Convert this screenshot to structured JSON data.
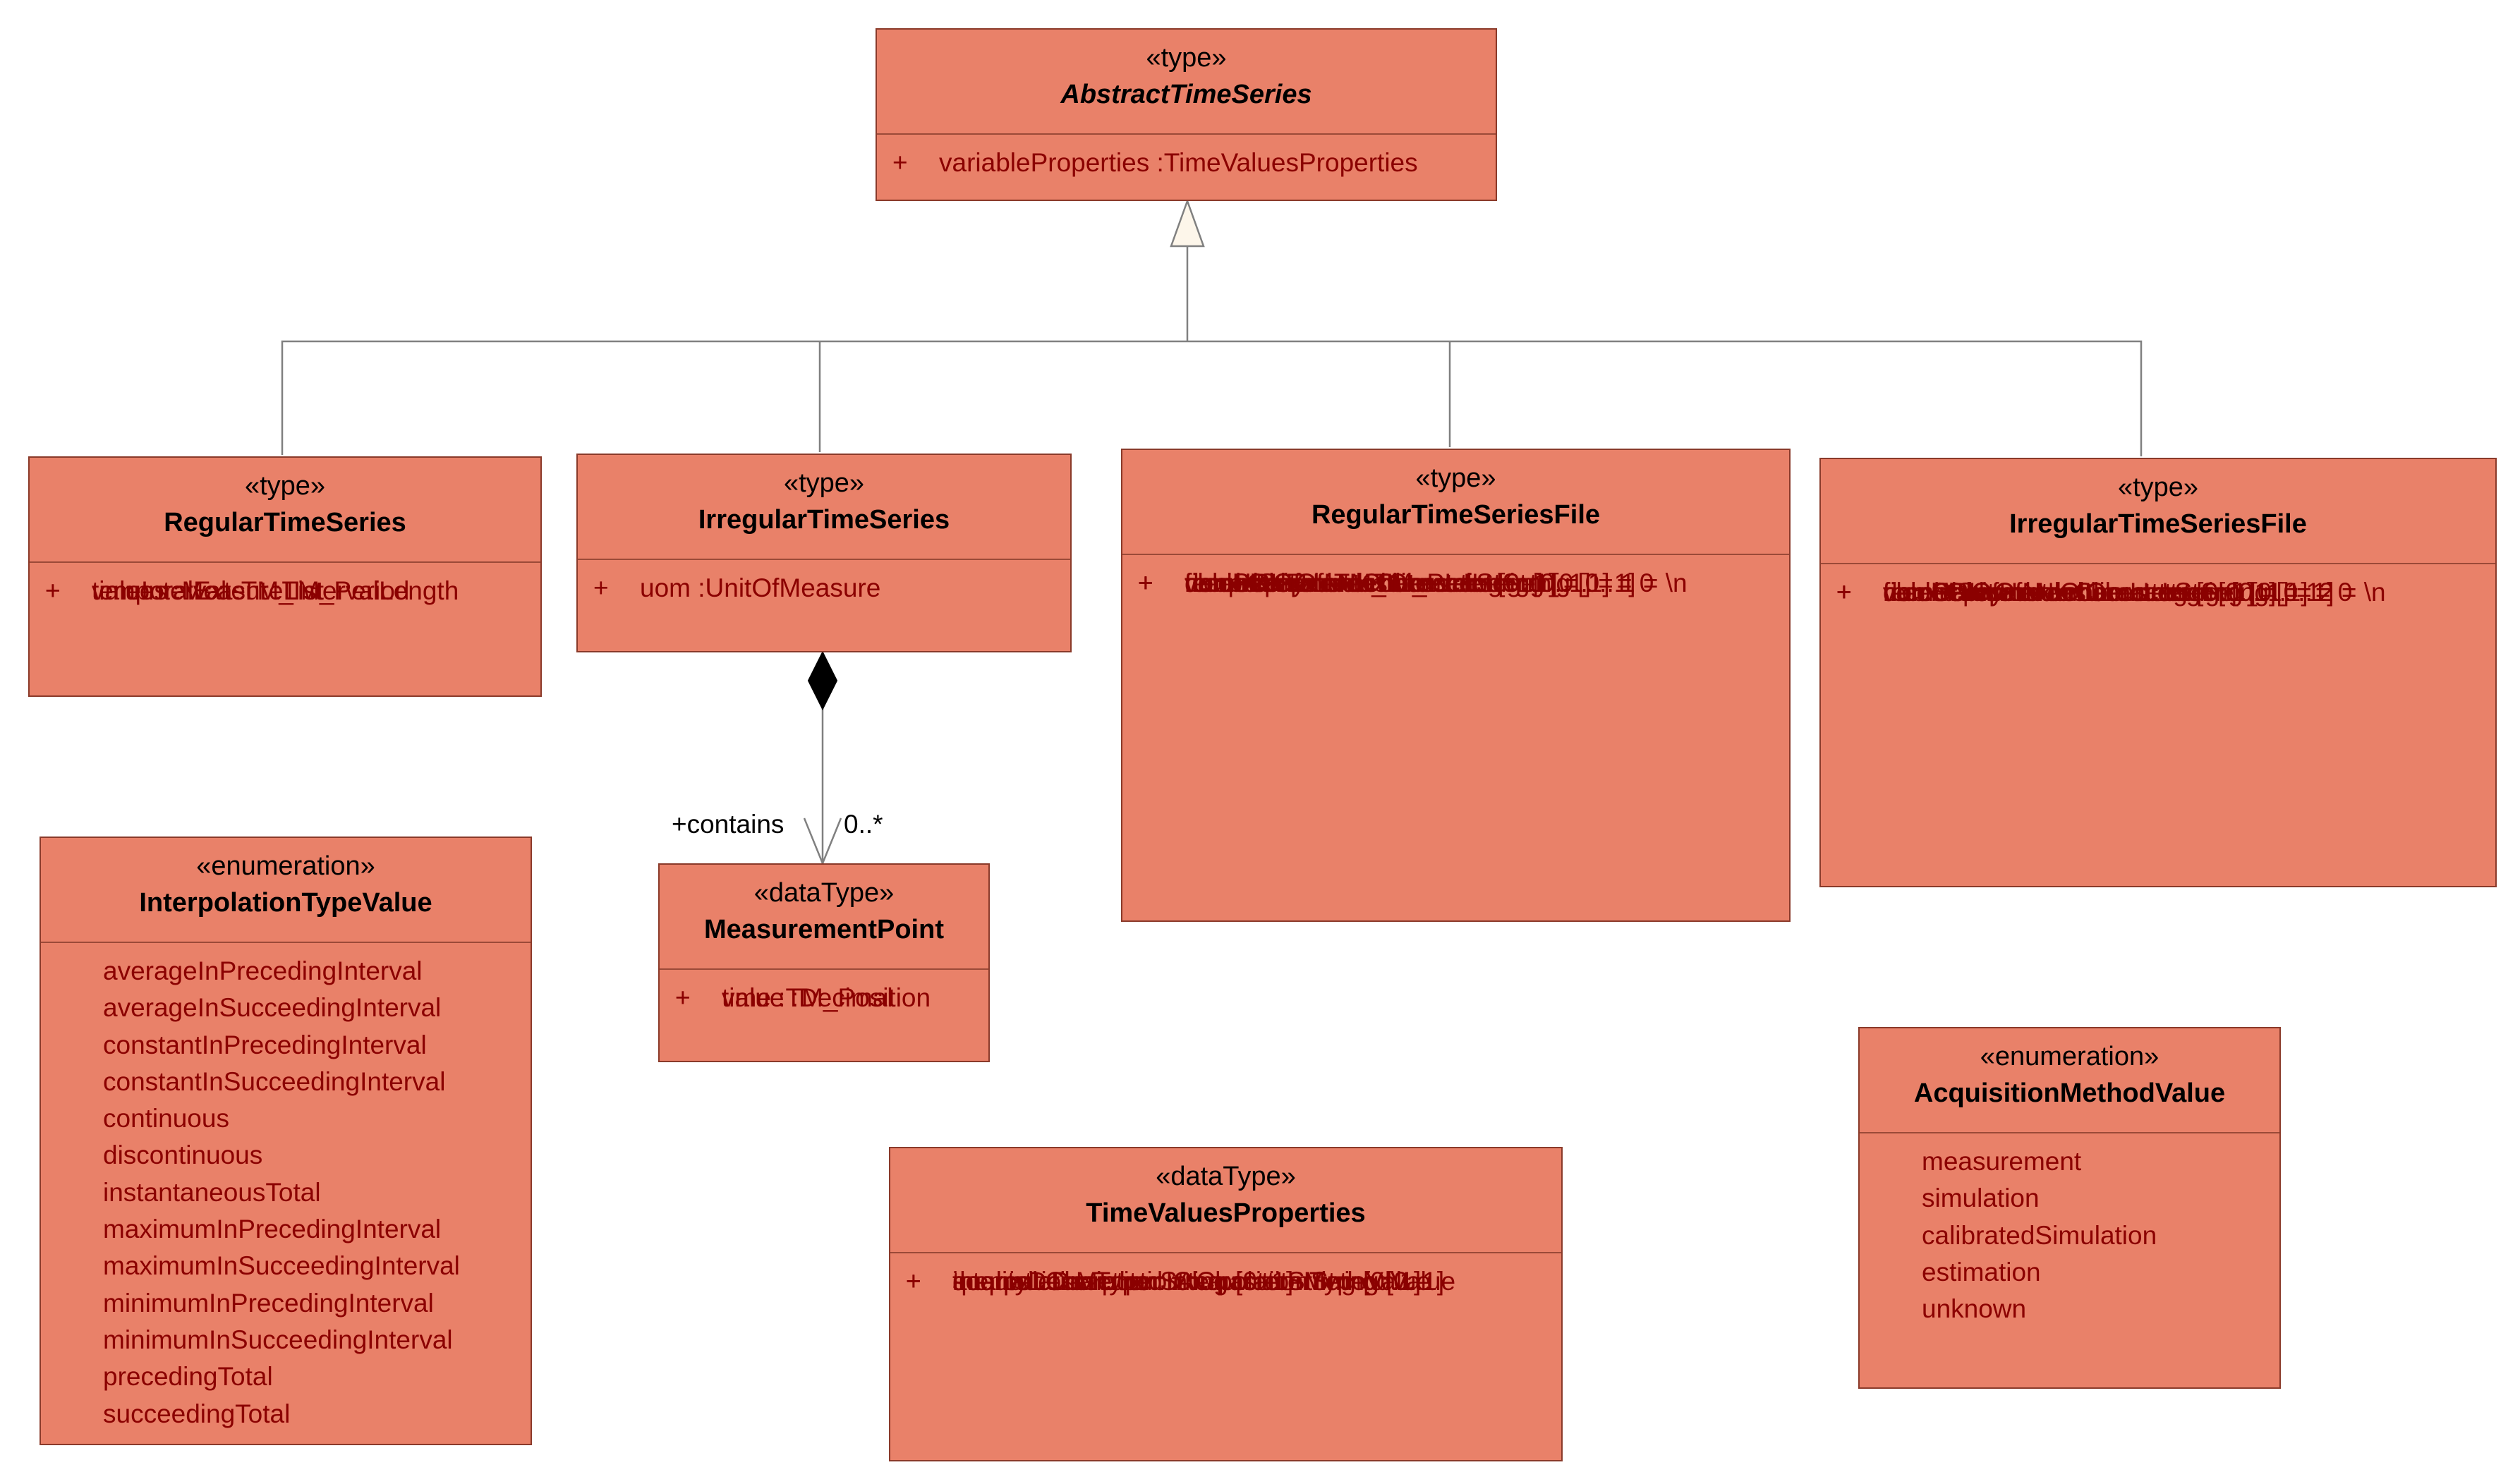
{
  "classes": {
    "abstract_time_series": {
      "stereotype": "«type»",
      "name": "AbstractTimeSeries",
      "attributes": [
        {
          "vis": "+",
          "text": "variableProperties  :TimeValuesProperties"
        }
      ]
    },
    "regular_time_series": {
      "stereotype": "«type»",
      "name": "RegularTimeSeries",
      "attributes": [
        {
          "vis": "+",
          "text": "temporalExtent  :TM_Period"
        },
        {
          "vis": "+",
          "text": "timeInterval  :TM_IntervalLength"
        },
        {
          "vis": "+",
          "text": "values  :MeasureList"
        }
      ]
    },
    "irregular_time_series": {
      "stereotype": "«type»",
      "name": "IrregularTimeSeries",
      "attributes": [
        {
          "vis": "+",
          "text": "uom  :UnitOfMeasure"
        }
      ]
    },
    "regular_time_series_file": {
      "stereotype": "«type»",
      "name": "RegularTimeSeriesFile",
      "attributes": [
        {
          "vis": "+",
          "text": "uom  :UnitOfMeasure"
        },
        {
          "vis": "+",
          "text": "file  :URI"
        },
        {
          "vis": "+",
          "text": "temporalExtent  :TM_Period"
        },
        {
          "vis": "+",
          "text": "timeInterval  :TM_IntervalLength"
        },
        {
          "vis": "+",
          "text": "numberOfHeaderLines  :Integer [0..1] = 0"
        },
        {
          "vis": "+",
          "text": "fieldSeparator  :CharacterString"
        },
        {
          "vis": "+",
          "text": "recordSeparator  :CharacterString [0..1] = \\n"
        },
        {
          "vis": "+",
          "text": "decimalSymbol  :Character [0..1] = ."
        },
        {
          "vis": "+",
          "text": "valueColumnNumber  :Integer [0..1] = 1"
        }
      ]
    },
    "irregular_time_series_file": {
      "stereotype": "«type»",
      "name": "IrregularTimeSeriesFile",
      "attributes": [
        {
          "vis": "+",
          "text": "uom  :UnitOfMeasure"
        },
        {
          "vis": "+",
          "text": "file  :URI"
        },
        {
          "vis": "+",
          "text": "numberOfHeaderLines  :Integer [0..1] = 0"
        },
        {
          "vis": "+",
          "text": "fieldSeparator  :CharacterString"
        },
        {
          "vis": "+",
          "text": "recordSeparator  :CharacterString [0..1] = \\n"
        },
        {
          "vis": "+",
          "text": "decimalSymbol  :Character [0..1] = ."
        },
        {
          "vis": "+",
          "text": "timeColumnNumber  :Integer [0..1] = 1"
        },
        {
          "vis": "+",
          "text": "valueColumnNumber  :Integer [0..1] = 2"
        }
      ]
    },
    "measurement_point": {
      "stereotype": "«dataType»",
      "name": "MeasurementPoint",
      "attributes": [
        {
          "vis": "+",
          "text": "time  :TM_Position"
        },
        {
          "vis": "+",
          "text": "value  :Decimal"
        }
      ]
    },
    "interpolation_type_value": {
      "stereotype": "«enumeration»",
      "name": "InterpolationTypeValue",
      "literals": [
        "averageInPrecedingInterval",
        "averageInSucceedingInterval",
        "constantInPrecedingInterval",
        "constantInSucceedingInterval",
        "continuous",
        "discontinuous",
        "instantaneousTotal",
        "maximumInPrecedingInterval",
        "maximumInSucceedingInterval",
        "minimumInPrecedingInterval",
        "minimumInSucceedingInterval",
        "precedingTotal",
        "succeedingTotal"
      ]
    },
    "time_values_properties": {
      "stereotype": "«dataType»",
      "name": "TimeValuesProperties",
      "attributes": [
        {
          "vis": "+",
          "text": "acquisitionMethod  :AcquisitionMethodValue"
        },
        {
          "vis": "+",
          "text": "interpolationType  :InterpolationTypeValue"
        },
        {
          "vis": "+",
          "text": "qualityDescription  :CharacterString [0..1]"
        },
        {
          "vis": "+",
          "text": "source  :CharacterString [0..1]"
        },
        {
          "vis": "+",
          "text": "thematicDescription  :CharacterString [0..1]"
        }
      ]
    },
    "acquisition_method_value": {
      "stereotype": "«enumeration»",
      "name": "AcquisitionMethodValue",
      "literals": [
        "measurement",
        "simulation",
        "calibratedSimulation",
        "estimation",
        "unknown"
      ]
    }
  },
  "association": {
    "role": "+contains",
    "multiplicity": "0..*"
  },
  "colors": {
    "class_fill": "#e98169",
    "class_border": "#8a3a2a",
    "attribute_text": "#8b0000",
    "connector": "#808080"
  }
}
